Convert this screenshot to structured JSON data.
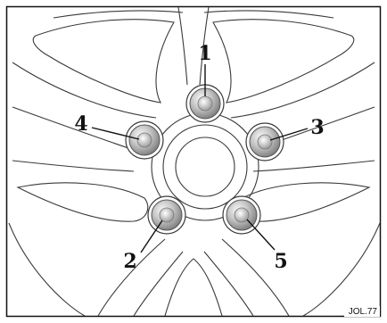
{
  "diagram": {
    "nuts": [
      {
        "id": "1",
        "label": "1"
      },
      {
        "id": "2",
        "label": "2"
      },
      {
        "id": "3",
        "label": "3"
      },
      {
        "id": "4",
        "label": "4"
      },
      {
        "id": "5",
        "label": "5"
      }
    ],
    "reference_code": "JOL.77"
  },
  "colors": {
    "line": "#3a3a3a",
    "nut_light": "#f2f2f2",
    "nut_dark": "#8c8c8c",
    "label": "#111111"
  }
}
